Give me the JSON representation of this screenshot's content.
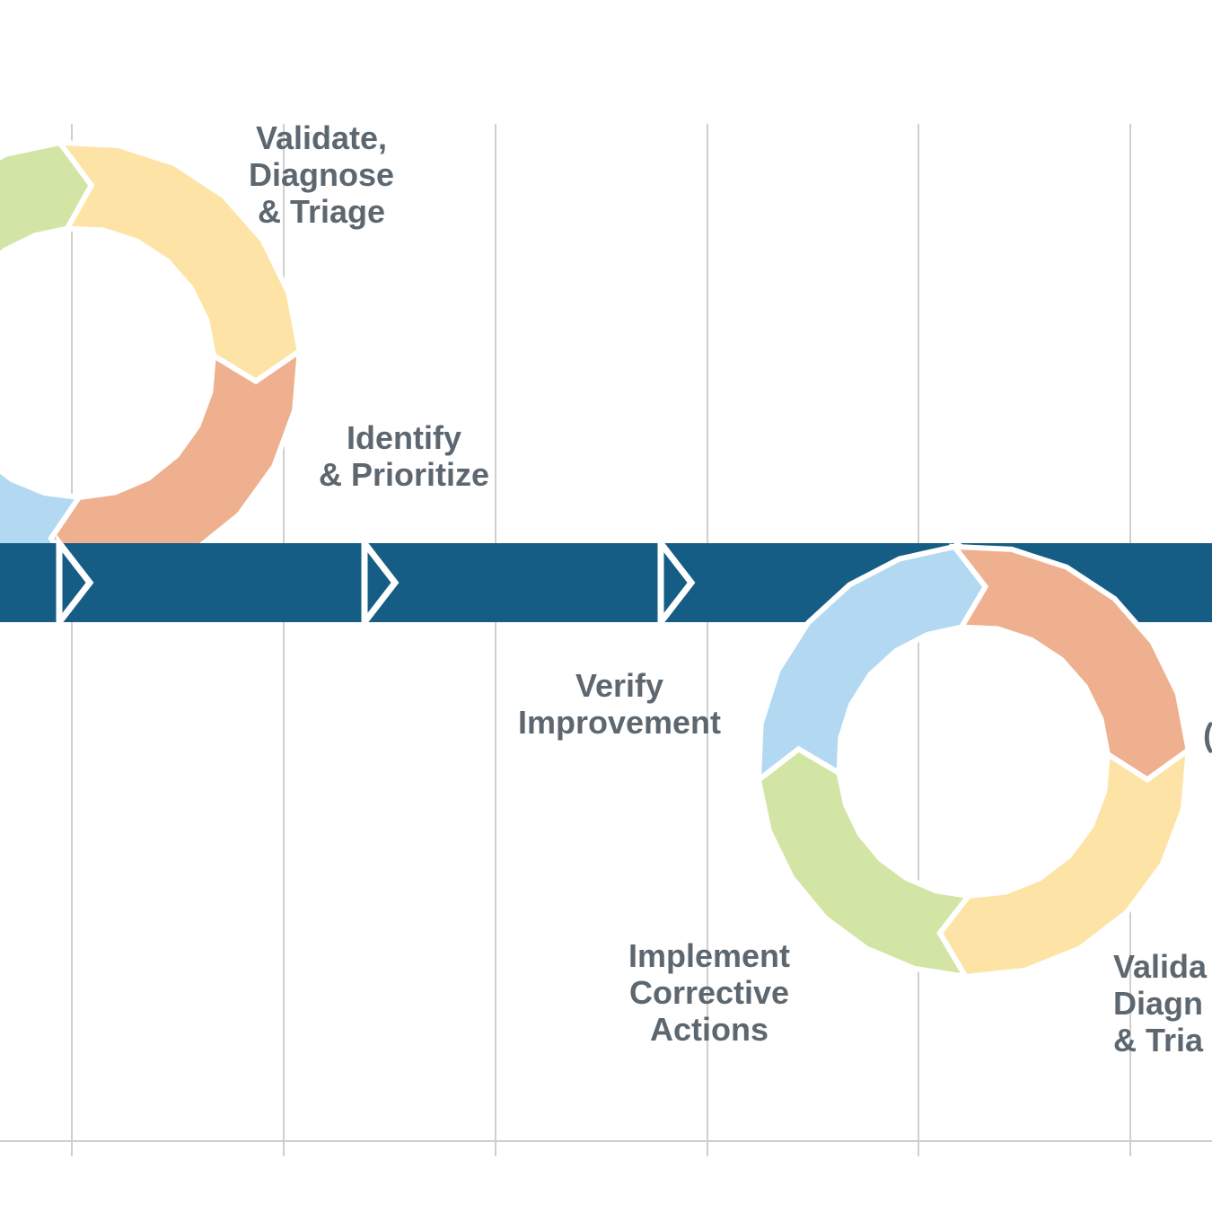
{
  "colors": {
    "background": "#ffffff",
    "gridline": "#cfcfcf",
    "timeline_band": "#165d85",
    "cycle_blue": "#b3d9f2",
    "cycle_green": "#d3e5a5",
    "cycle_yellow": "#fde4a6",
    "cycle_orange": "#efb08f",
    "label_text": "#5d6770"
  },
  "timeline": {
    "direction": "left-to-right",
    "chevron_count": 4
  },
  "cycle_stages": [
    "Identify & Prioritize",
    "Validate, Diagnose & Triage",
    "Implement Corrective Actions",
    "Verify Improvement"
  ],
  "labels": {
    "validate_1": "Validate,\nDiagnose\n& Triage",
    "identify_1": "Identify\n& Prioritize",
    "verify_2": "Verify\nImprovement",
    "implement_2": "Implement\nCorrective\nActions",
    "validate_2": "Valida\nDiagn\n& Tria",
    "edge_fragment": "("
  }
}
